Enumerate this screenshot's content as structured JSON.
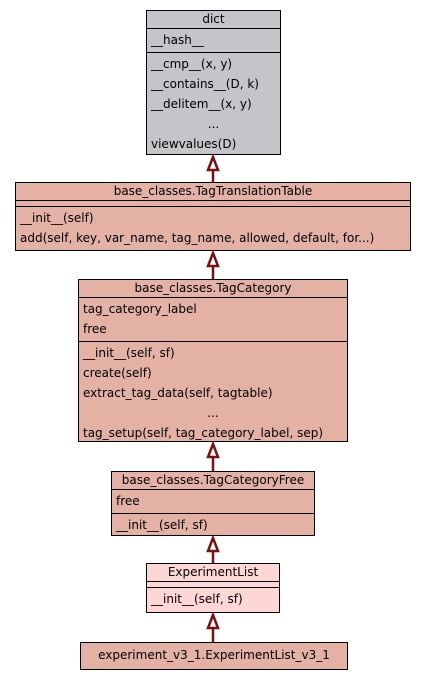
{
  "colors": {
    "dict_fill": "#c5c4c8",
    "base_fill": "#e3b2a4",
    "leaf_fill": "#fdd6d6",
    "arrow": "#7a1010",
    "border": "#000000"
  },
  "dict": {
    "title": "dict",
    "attributes": [
      "__hash__"
    ],
    "methods": [
      "__cmp__(x, y)",
      "__contains__(D, k)",
      "__delitem__(x, y)",
      "...",
      "viewvalues(D)"
    ]
  },
  "tag_translation_table": {
    "title": "base_classes.TagTranslationTable",
    "attributes": [],
    "methods": [
      "__init__(self)",
      "add(self, key, var_name, tag_name, allowed, default, for...)"
    ]
  },
  "tag_category": {
    "title": "base_classes.TagCategory",
    "attributes": [
      "tag_category_label",
      "free"
    ],
    "methods": [
      "__init__(self, sf)",
      "create(self)",
      "extract_tag_data(self, tagtable)",
      "...",
      "tag_setup(self, tag_category_label, sep)"
    ]
  },
  "tag_category_free": {
    "title": "base_classes.TagCategoryFree",
    "attributes": [
      "free"
    ],
    "methods": [
      "__init__(self, sf)"
    ]
  },
  "experiment_list": {
    "title": "ExperimentList",
    "attributes": [],
    "methods": [
      "__init__(self, sf)"
    ]
  },
  "experiment_list_v3_1": {
    "title": "experiment_v3_1.ExperimentList_v3_1"
  }
}
